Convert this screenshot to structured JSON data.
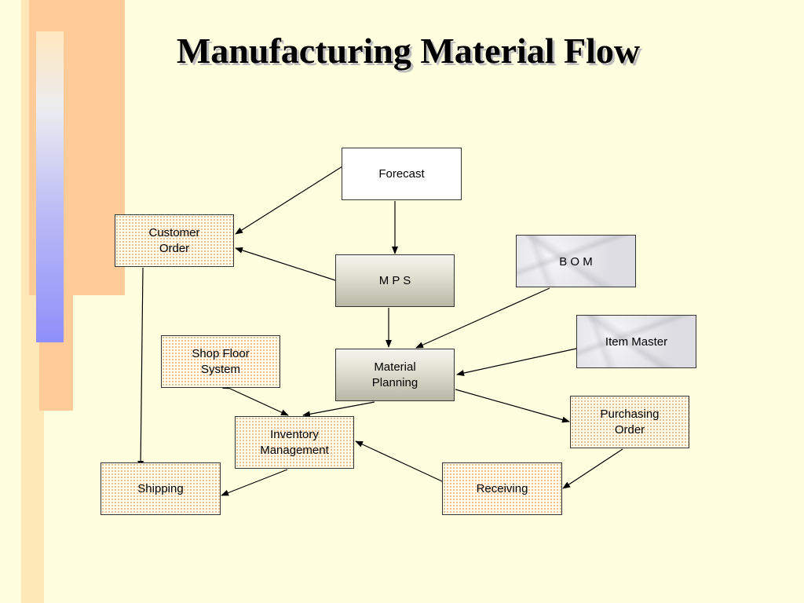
{
  "title": "Manufacturing Material Flow",
  "nodes": {
    "forecast": "Forecast",
    "customer_order": "Customer\nOrder",
    "mps": "M P S",
    "bom": "B O M",
    "item_master": "Item Master",
    "shop_floor": "Shop Floor\nSystem",
    "material_planning": "Material\nPlanning",
    "purchasing_order": "Purchasing\nOrder",
    "inventory": "Inventory\nManagement",
    "shipping": "Shipping",
    "receiving": "Receiving"
  },
  "colors": {
    "background": "#ffffe0",
    "accent_orange": "#ffcc99",
    "accent_blue": "#8f8ffa"
  }
}
